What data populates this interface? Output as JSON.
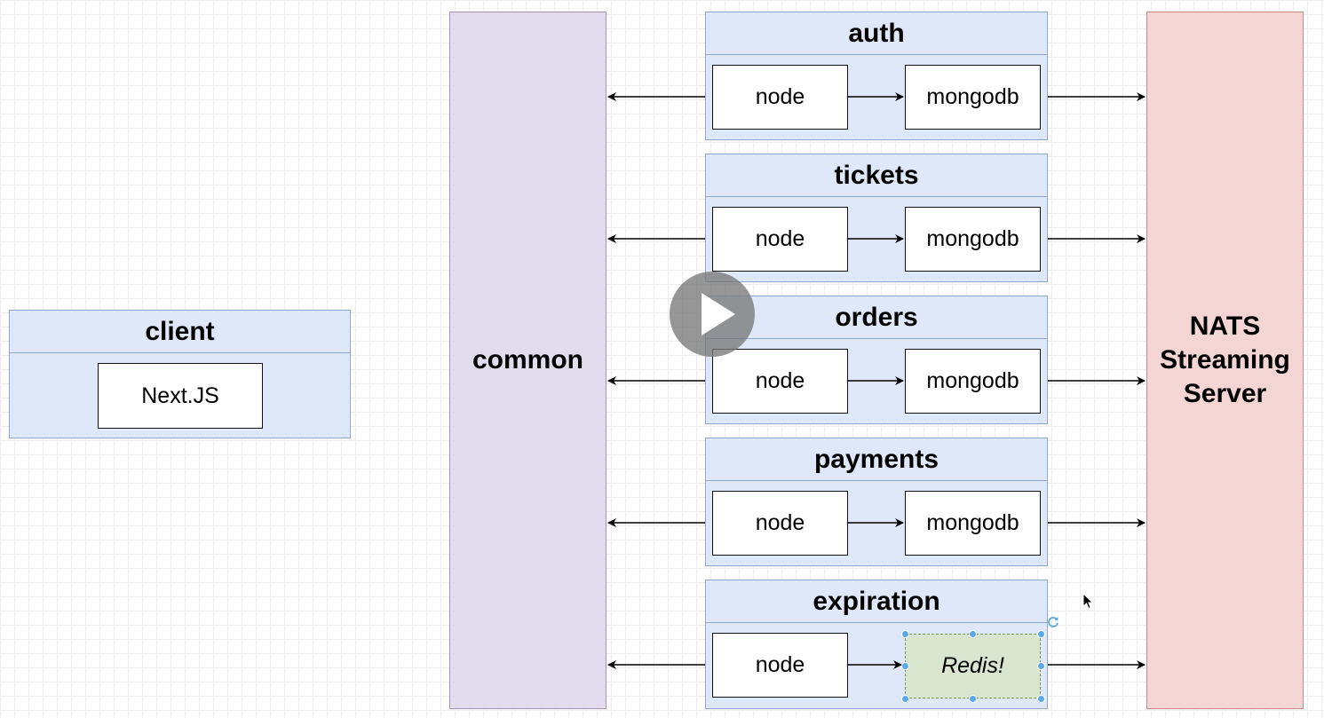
{
  "client": {
    "title": "client",
    "box_label": "Next.JS"
  },
  "common": {
    "label": "common"
  },
  "nats": {
    "lines": [
      "NATS",
      "Streaming",
      "Server"
    ]
  },
  "services": [
    {
      "title": "auth",
      "left_label": "node",
      "right_label": "mongodb"
    },
    {
      "title": "tickets",
      "left_label": "node",
      "right_label": "mongodb"
    },
    {
      "title": "orders",
      "left_label": "node",
      "right_label": "mongodb"
    },
    {
      "title": "payments",
      "left_label": "node",
      "right_label": "mongodb"
    },
    {
      "title": "expiration",
      "left_label": "node",
      "right_label": "Redis!"
    }
  ],
  "colors": {
    "group_fill": "#dfe8f8",
    "common_fill": "#e3dced",
    "nats_fill": "#f3d5d3",
    "redis_fill": "#d8e6cf",
    "selection_handle": "#5aa9e6"
  },
  "icons": {
    "play": "play-icon",
    "cursor": "mouse-pointer-icon",
    "rotate": "rotate-handle-icon"
  }
}
